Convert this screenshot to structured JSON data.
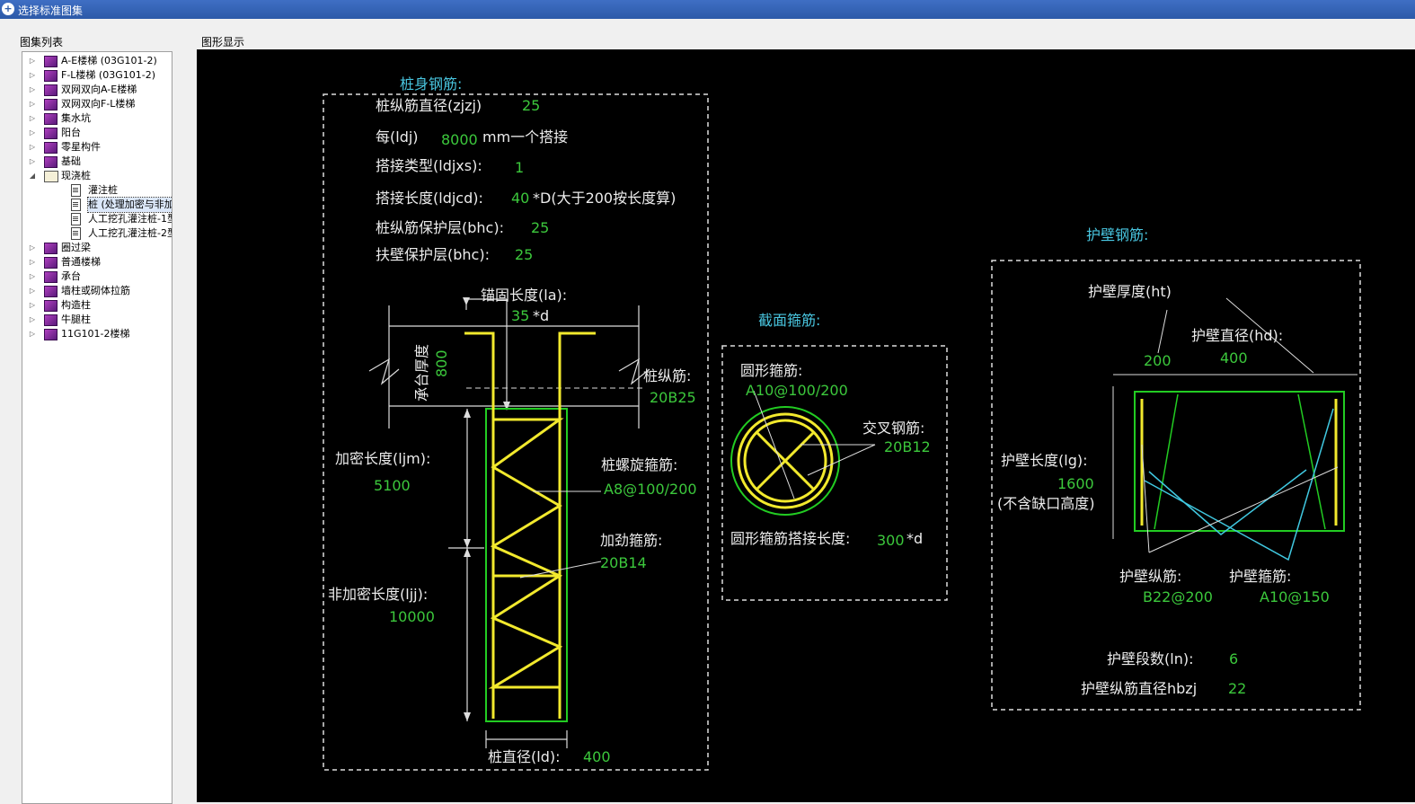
{
  "window": {
    "title": "选择标准图集"
  },
  "tree": {
    "header": "图集列表",
    "items": [
      {
        "label": "A-E楼梯 (03G101-2)",
        "kind": "book"
      },
      {
        "label": "F-L楼梯 (03G101-2)",
        "kind": "book"
      },
      {
        "label": "双网双向A-E楼梯",
        "kind": "book"
      },
      {
        "label": "双网双向F-L楼梯",
        "kind": "book"
      },
      {
        "label": "集水坑",
        "kind": "book"
      },
      {
        "label": "阳台",
        "kind": "book"
      },
      {
        "label": "零星构件",
        "kind": "book"
      },
      {
        "label": "基础",
        "kind": "book"
      },
      {
        "label": "现浇桩",
        "kind": "open"
      },
      {
        "label": "灌注桩",
        "kind": "doc"
      },
      {
        "label": "桩 (处理加密与非加",
        "kind": "doc"
      },
      {
        "label": "人工挖孔灌注桩-1型",
        "kind": "doc"
      },
      {
        "label": "人工挖孔灌注桩-2型",
        "kind": "doc"
      },
      {
        "label": "圈过梁",
        "kind": "book"
      },
      {
        "label": "普通楼梯",
        "kind": "book"
      },
      {
        "label": "承台",
        "kind": "book"
      },
      {
        "label": "墙柱或砌体拉筋",
        "kind": "book"
      },
      {
        "label": "构造柱",
        "kind": "book"
      },
      {
        "label": "牛腿柱",
        "kind": "book"
      },
      {
        "label": "11G101-2楼梯",
        "kind": "book"
      }
    ]
  },
  "display": {
    "header": "图形显示",
    "pile": {
      "title": "桩身钢筋:",
      "zjzj_label": "桩纵筋直径(zjzj)",
      "zjzj_value": "25",
      "ldj_label": "每(ldj)",
      "ldj_value": "8000",
      "ldj_suffix": "mm一个搭接",
      "ldjxs_label": "搭接类型(ldjxs):",
      "ldjxs_value": "1",
      "ldjcd_label": "搭接长度(ldjcd):",
      "ldjcd_value": "40",
      "ldjcd_suffix": "*D(大于200按长度算)",
      "bhc_label": "桩纵筋保护层(bhc):",
      "bhc_value": "25",
      "fbbhc_label": "扶壁保护层(bhc):",
      "fbbhc_value": "25",
      "anchor_label": "锚固长度(la):",
      "anchor_value": "35",
      "anchor_suffix": "*d",
      "cap_label": "承台厚度",
      "cap_value": "800",
      "long_bar_label": "桩纵筋:",
      "long_bar_value": "20B25",
      "ljm_label": "加密长度(ljm):",
      "ljm_value": "5100",
      "spiral_label": "桩螺旋箍筋:",
      "spiral_value": "A8@100/200",
      "stiff_label": "加劲箍筋:",
      "stiff_value": "20B14",
      "ljj_label": "非加密长度(ljj):",
      "ljj_value": "10000",
      "ld_label": "桩直径(ld):",
      "ld_value": "400"
    },
    "section": {
      "title": "截面箍筋:",
      "circle_label": "圆形箍筋:",
      "circle_value": "A10@100/200",
      "cross_label": "交叉钢筋:",
      "cross_value": "20B12",
      "lap_label": "圆形箍筋搭接长度:",
      "lap_value": "300",
      "lap_suffix": "*d"
    },
    "wall": {
      "title": "护壁钢筋:",
      "ht_label": "护壁厚度(ht)",
      "ht_value": "200",
      "hd_label": "护壁直径(hd):",
      "hd_value": "400",
      "lg_label": "护壁长度(lg):",
      "lg_value": "1600",
      "lg_note": "(不含缺口高度)",
      "long_label": "护壁纵筋:",
      "long_value": "B22@200",
      "stirrup_label": "护壁箍筋:",
      "stirrup_value": "A10@150",
      "ln_label": "护壁段数(ln):",
      "ln_value": "6",
      "hbzj_label": "护壁纵筋直径hbzj",
      "hbzj_value": "22"
    }
  }
}
